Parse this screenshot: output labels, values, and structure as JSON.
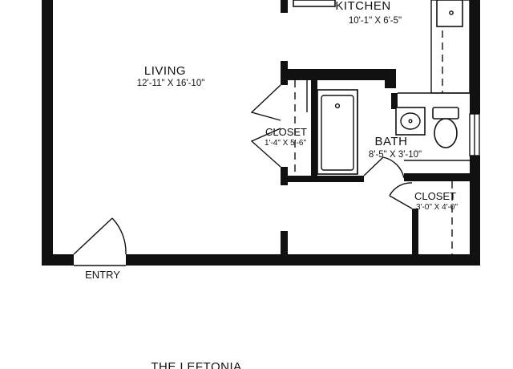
{
  "rooms": {
    "kitchen": {
      "name": "KITCHEN",
      "size": "10'-1\" X 6'-5\""
    },
    "living": {
      "name": "LIVING",
      "size": "12'-11\" X 16'-10\""
    },
    "closet1": {
      "name": "CLOSET",
      "size": "1'-4\" X 5'-6\""
    },
    "bath": {
      "name": "BATH",
      "size": "8'-5\" X 3'-10\""
    },
    "closet2": {
      "name": "CLOSET",
      "size": "3'-0\" X 4'-0\""
    }
  },
  "entry_label": "ENTRY",
  "plan_name": "THE LEFTONIA"
}
